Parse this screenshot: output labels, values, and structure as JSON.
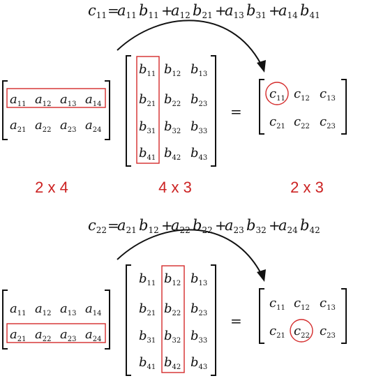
{
  "colors": {
    "ink": "#111111",
    "highlight": "#d42a2a",
    "dimension": "#cc2222"
  },
  "equals": "=",
  "examples": [
    {
      "formula": [
        {
          "t": "c",
          "s": "11"
        },
        {
          "t": "=",
          "s": ""
        },
        {
          "t": "a",
          "s": "11"
        },
        {
          "t": "b",
          "s": "11"
        },
        {
          "t": "+",
          "s": ""
        },
        {
          "t": "a",
          "s": "12"
        },
        {
          "t": "b",
          "s": "21"
        },
        {
          "t": "+",
          "s": ""
        },
        {
          "t": "a",
          "s": "13"
        },
        {
          "t": "b",
          "s": "31"
        },
        {
          "t": "+",
          "s": ""
        },
        {
          "t": "a",
          "s": "14"
        },
        {
          "t": "b",
          "s": "41"
        }
      ],
      "matrix_a": [
        [
          {
            "v": "a",
            "s": "11"
          },
          {
            "v": "a",
            "s": "12"
          },
          {
            "v": "a",
            "s": "13"
          },
          {
            "v": "a",
            "s": "14"
          }
        ],
        [
          {
            "v": "a",
            "s": "21"
          },
          {
            "v": "a",
            "s": "22"
          },
          {
            "v": "a",
            "s": "23"
          },
          {
            "v": "a",
            "s": "24"
          }
        ]
      ],
      "matrix_b": [
        [
          {
            "v": "b",
            "s": "11"
          },
          {
            "v": "b",
            "s": "12"
          },
          {
            "v": "b",
            "s": "13"
          }
        ],
        [
          {
            "v": "b",
            "s": "21"
          },
          {
            "v": "b",
            "s": "22"
          },
          {
            "v": "b",
            "s": "23"
          }
        ],
        [
          {
            "v": "b",
            "s": "31"
          },
          {
            "v": "b",
            "s": "32"
          },
          {
            "v": "b",
            "s": "33"
          }
        ],
        [
          {
            "v": "b",
            "s": "41"
          },
          {
            "v": "b",
            "s": "42"
          },
          {
            "v": "b",
            "s": "43"
          }
        ]
      ],
      "matrix_c": [
        [
          {
            "v": "c",
            "s": "11"
          },
          {
            "v": "c",
            "s": "12"
          },
          {
            "v": "c",
            "s": "13"
          }
        ],
        [
          {
            "v": "c",
            "s": "21"
          },
          {
            "v": "c",
            "s": "22"
          },
          {
            "v": "c",
            "s": "23"
          }
        ]
      ],
      "highlight_row_a": 0,
      "highlight_col_b": 0,
      "highlight_cell_c": [
        0,
        0
      ],
      "dimensions": [
        "2 x 4",
        "4 x 3",
        "2 x 3"
      ]
    },
    {
      "formula": [
        {
          "t": "c",
          "s": "22"
        },
        {
          "t": "=",
          "s": ""
        },
        {
          "t": "a",
          "s": "21"
        },
        {
          "t": "b",
          "s": "12"
        },
        {
          "t": "+",
          "s": ""
        },
        {
          "t": "a",
          "s": "22"
        },
        {
          "t": "b",
          "s": "22"
        },
        {
          "t": "+",
          "s": ""
        },
        {
          "t": "a",
          "s": "23"
        },
        {
          "t": "b",
          "s": "32"
        },
        {
          "t": "+",
          "s": ""
        },
        {
          "t": "a",
          "s": "24"
        },
        {
          "t": "b",
          "s": "42"
        }
      ],
      "matrix_a": [
        [
          {
            "v": "a",
            "s": "11"
          },
          {
            "v": "a",
            "s": "12"
          },
          {
            "v": "a",
            "s": "13"
          },
          {
            "v": "a",
            "s": "14"
          }
        ],
        [
          {
            "v": "a",
            "s": "21"
          },
          {
            "v": "a",
            "s": "22"
          },
          {
            "v": "a",
            "s": "23"
          },
          {
            "v": "a",
            "s": "24"
          }
        ]
      ],
      "matrix_b": [
        [
          {
            "v": "b",
            "s": "11"
          },
          {
            "v": "b",
            "s": "12"
          },
          {
            "v": "b",
            "s": "13"
          }
        ],
        [
          {
            "v": "b",
            "s": "21"
          },
          {
            "v": "b",
            "s": "22"
          },
          {
            "v": "b",
            "s": "23"
          }
        ],
        [
          {
            "v": "b",
            "s": "31"
          },
          {
            "v": "b",
            "s": "32"
          },
          {
            "v": "b",
            "s": "33"
          }
        ],
        [
          {
            "v": "b",
            "s": "41"
          },
          {
            "v": "b",
            "s": "42"
          },
          {
            "v": "b",
            "s": "43"
          }
        ]
      ],
      "matrix_c": [
        [
          {
            "v": "c",
            "s": "11"
          },
          {
            "v": "c",
            "s": "12"
          },
          {
            "v": "c",
            "s": "13"
          }
        ],
        [
          {
            "v": "c",
            "s": "21"
          },
          {
            "v": "c",
            "s": "22"
          },
          {
            "v": "c",
            "s": "23"
          }
        ]
      ],
      "highlight_row_a": 1,
      "highlight_col_b": 1,
      "highlight_cell_c": [
        1,
        1
      ]
    }
  ]
}
